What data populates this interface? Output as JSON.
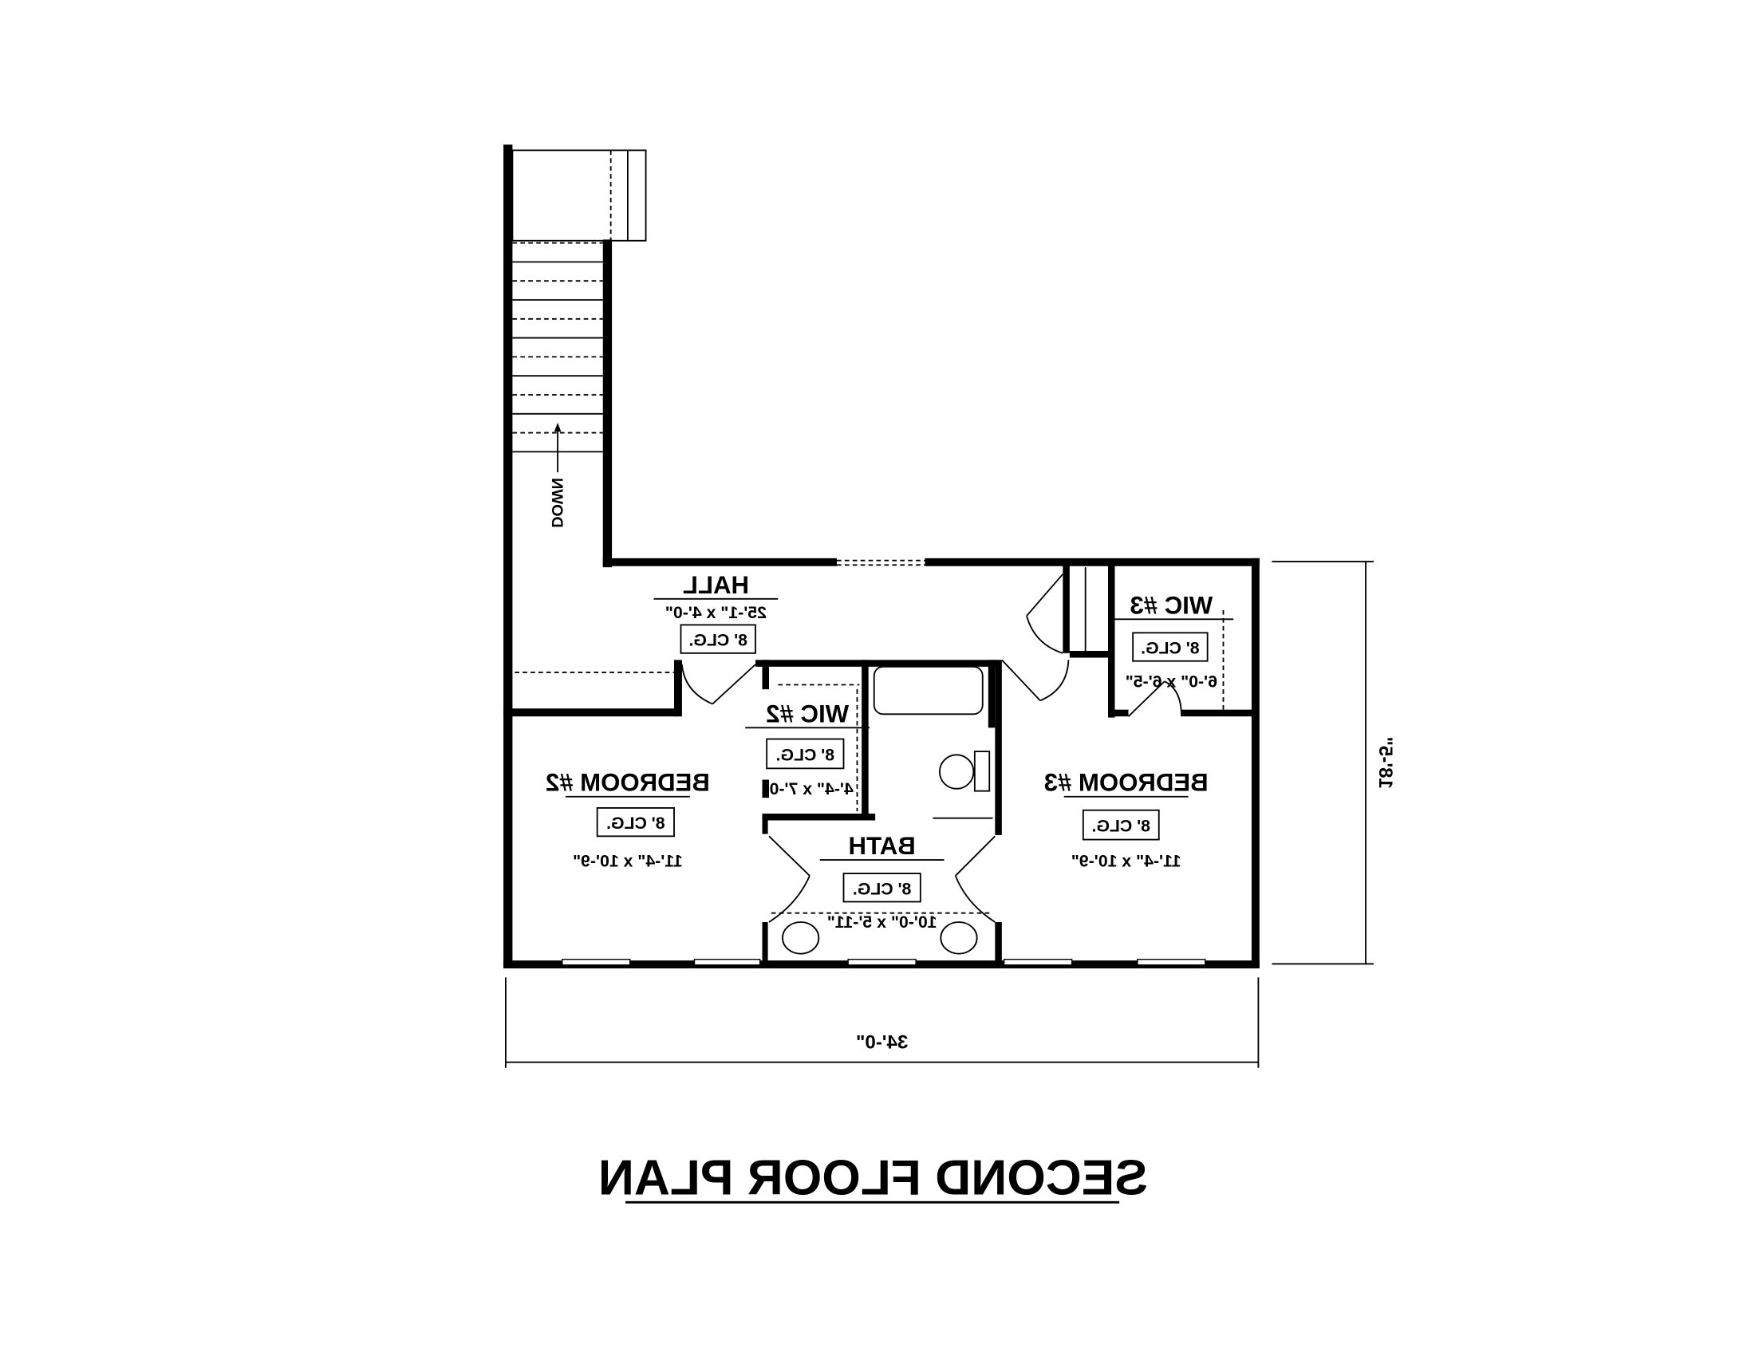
{
  "title": "SECOND FLOOR PLAN",
  "mirrored": true,
  "stairs": {
    "label": "DOWN"
  },
  "dimensions": {
    "width": "34'-0\"",
    "depth": "18'-5\""
  },
  "rooms": {
    "hall": {
      "name": "HALL",
      "size": "25'-1\" x 4'-0\"",
      "ceiling": "8' CLG."
    },
    "wic3": {
      "name": "WIC #3",
      "size": "6'-0\" x 6'-5\"",
      "ceiling": "8' CLG."
    },
    "wic2": {
      "name": "WIC #2",
      "size": "4'-4\" x 7'-0\"",
      "ceiling": "8' CLG."
    },
    "bedroom2": {
      "name": "BEDROOM #2",
      "size": "11'-4\" x 10'-9\"",
      "ceiling": "8' CLG."
    },
    "bedroom3": {
      "name": "BEDROOM #3",
      "size": "11'-4\" x 10'-9\"",
      "ceiling": "8' CLG."
    },
    "bath": {
      "name": "BATH",
      "size": "10'-0\" x 5'-11\"",
      "ceiling": "8' CLG."
    }
  }
}
